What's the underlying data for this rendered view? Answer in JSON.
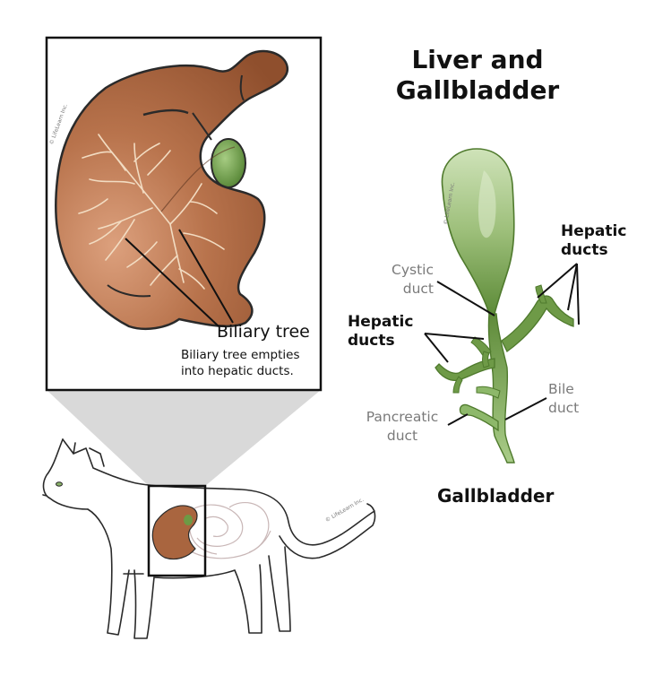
{
  "title": {
    "line1": "Liver and",
    "line2": "Gallbladder"
  },
  "liver_panel": {
    "label": "Biliary tree",
    "note_line1": "Biliary tree empties",
    "note_line2": "into hepatic ducts."
  },
  "gallbladder_panel": {
    "title": "Gallbladder",
    "cystic_duct": {
      "line1": "Cystic",
      "line2": "duct"
    },
    "hepatic_ducts_left": {
      "line1": "Hepatic",
      "line2": "ducts"
    },
    "hepatic_ducts_right": {
      "line1": "Hepatic",
      "line2": "ducts"
    },
    "bile_duct": {
      "line1": "Bile",
      "line2": "duct"
    },
    "pancreatic_duct": {
      "line1": "Pancreatic",
      "line2": "duct"
    }
  },
  "credit": "© LifeLearn Inc.",
  "colors": {
    "liver": "#a8603a",
    "liver_highlight": "#d4936d",
    "gallbladder_top": "#c9dfb2",
    "gallbladder_bottom": "#5f8b3a",
    "ducts": "#6e9a47",
    "zoom_wedge": "#d9d9d9"
  }
}
